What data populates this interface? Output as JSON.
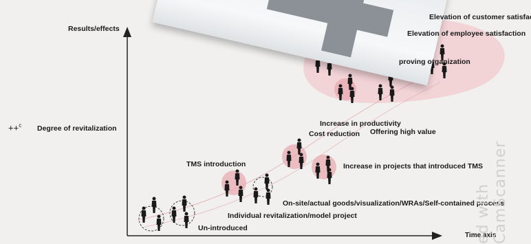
{
  "axes": {
    "y_label": "Results/effects",
    "x_label": "Time axis"
  },
  "side": {
    "marker": "++",
    "marker_sup": "c",
    "label": "Degree of revitalization"
  },
  "stages": [
    "Un-introduced",
    "Individual revitalization/model project",
    "TMS introduction",
    "On-site/actual goods/visualization/WRAs/Self-contained process",
    "Increase in projects that introduced TMS",
    "Cost reduction",
    "Increase in productivity",
    "Offering high value",
    "proving organization",
    "Elevation of employee satisfaction",
    "Elevation of customer satisfacti"
  ],
  "watermark": "ed with CamScanner",
  "icons": {
    "people": "person-silhouette-icon",
    "axis_arrow": "arrow-icon"
  },
  "colors": {
    "background": "#f1f0ee",
    "highlight": "#e9a6ae",
    "person": "#1a1a1a",
    "overlay_object": "#8b9196"
  }
}
